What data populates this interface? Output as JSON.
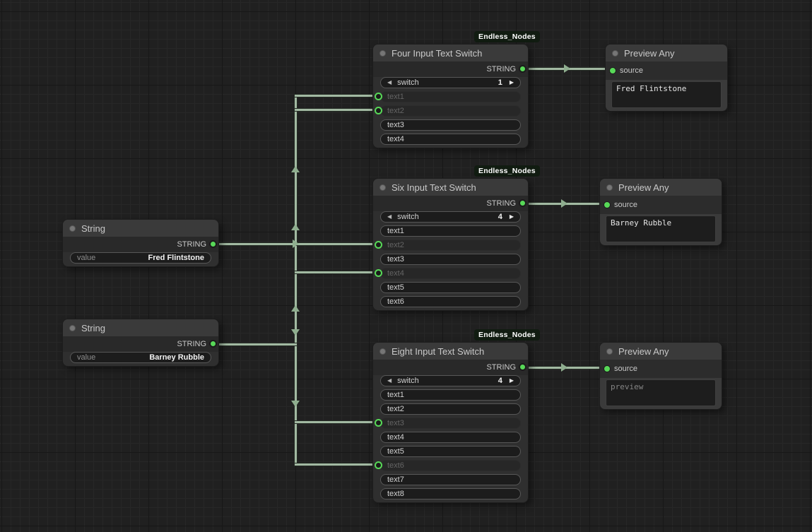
{
  "badge": {
    "label": "Endless_Nodes"
  },
  "glyphs": {
    "combo_left": "◀",
    "combo_right": "▶"
  },
  "colors": {
    "socket_green": "#58d958",
    "link": "#a2b9a2",
    "node_body": "#2f2f2f",
    "node_title": "#3a3a3a",
    "canvas": "#202020"
  },
  "nodes": {
    "string1": {
      "title": "String",
      "output_label": "STRING",
      "value_widget": {
        "label": "value",
        "value": "Fred Flintstone"
      }
    },
    "string2": {
      "title": "String",
      "output_label": "STRING",
      "value_widget": {
        "label": "value",
        "value": "Barney Rubble"
      }
    },
    "switch4": {
      "title": "Four Input Text Switch",
      "output_label": "STRING",
      "combo": {
        "label": "switch",
        "value": "1"
      },
      "inputs": [
        {
          "label": "text1",
          "connected": true
        },
        {
          "label": "text2",
          "connected": true
        },
        {
          "label": "text3",
          "connected": false
        },
        {
          "label": "text4",
          "connected": false
        }
      ]
    },
    "switch6": {
      "title": "Six Input Text Switch",
      "output_label": "STRING",
      "combo": {
        "label": "switch",
        "value": "4"
      },
      "inputs": [
        {
          "label": "text1",
          "connected": false
        },
        {
          "label": "text2",
          "connected": true
        },
        {
          "label": "text3",
          "connected": false
        },
        {
          "label": "text4",
          "connected": true
        },
        {
          "label": "text5",
          "connected": false
        },
        {
          "label": "text6",
          "connected": false
        }
      ]
    },
    "switch8": {
      "title": "Eight Input Text Switch",
      "output_label": "STRING",
      "combo": {
        "label": "switch",
        "value": "4"
      },
      "inputs": [
        {
          "label": "text1",
          "connected": false
        },
        {
          "label": "text2",
          "connected": false
        },
        {
          "label": "text3",
          "connected": true
        },
        {
          "label": "text4",
          "connected": false
        },
        {
          "label": "text5",
          "connected": false
        },
        {
          "label": "text6",
          "connected": true
        },
        {
          "label": "text7",
          "connected": false
        },
        {
          "label": "text8",
          "connected": false
        }
      ]
    },
    "preview1": {
      "title": "Preview Any",
      "input_label": "source",
      "text": "Fred Flintstone"
    },
    "preview2": {
      "title": "Preview Any",
      "input_label": "source",
      "text": "Barney Rubble"
    },
    "preview3": {
      "title": "Preview Any",
      "input_label": "source",
      "text": "preview"
    }
  }
}
